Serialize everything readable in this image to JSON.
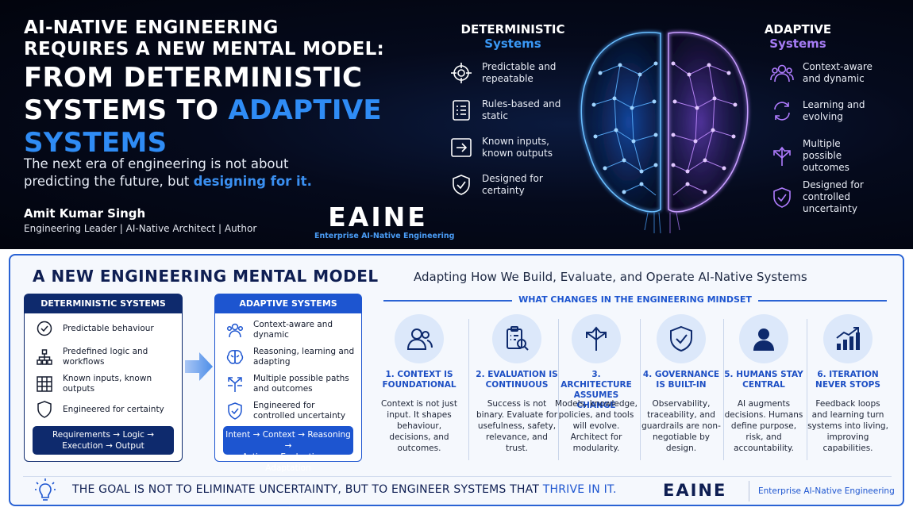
{
  "hero": {
    "title_line1": "AI-NATIVE ENGINEERING",
    "title_line2": "REQUIRES A NEW MENTAL MODEL:",
    "title_line3": "FROM DETERMINISTIC",
    "title_line4a": "SYSTEMS TO ",
    "title_line4b": "ADAPTIVE",
    "title_line5": "SYSTEMS",
    "subtitle_a": "The next era of engineering is not about predicting the future, but ",
    "subtitle_b": "designing for it.",
    "author": "Amit Kumar Singh",
    "role": "Engineering Leader | AI-Native Architect | Author",
    "logo": "EAINE",
    "logo_tag": "Enterprise AI-Native Engineering",
    "colors": {
      "accent_blue": "#2f8cf5",
      "accent_purple": "#a67cf5",
      "background": "#050a1c"
    }
  },
  "deterministic": {
    "title": "DETERMINISTIC",
    "subtitle": "Systems",
    "items": [
      {
        "icon": "crosshair-icon",
        "label": "Predictable and repeatable"
      },
      {
        "icon": "document-list-icon",
        "label": "Rules-based and static"
      },
      {
        "icon": "arrow-box-icon",
        "label": "Known inputs, known outputs"
      },
      {
        "icon": "shield-check-icon",
        "label": "Designed for certainty"
      }
    ]
  },
  "adaptive": {
    "title": "ADAPTIVE",
    "subtitle": "Systems",
    "items": [
      {
        "icon": "users-icon",
        "label": "Context-aware and dynamic"
      },
      {
        "icon": "cycle-icon",
        "label": "Learning and evolving"
      },
      {
        "icon": "branch-arrows-icon",
        "label": "Multiple possible outcomes"
      },
      {
        "icon": "shield-check-icon",
        "label": "Designed for controlled uncertainty"
      }
    ]
  },
  "panel": {
    "title": "A NEW ENGINEERING MENTAL MODEL",
    "subtitle": "Adapting How We Build, Evaluate, and Operate AI-Native Systems",
    "det_box": {
      "title": "DETERMINISTIC SYSTEMS",
      "items": [
        {
          "icon": "check-circle-icon",
          "label": "Predictable behaviour"
        },
        {
          "icon": "hierarchy-icon",
          "label": "Predefined logic and workflows"
        },
        {
          "icon": "grid-icon",
          "label": "Known inputs, known outputs"
        },
        {
          "icon": "shield-icon",
          "label": "Engineered for certainty"
        }
      ],
      "flow_line1": "Requirements → Logic →",
      "flow_line2": "Execution → Output"
    },
    "ada_box": {
      "title": "ADAPTIVE SYSTEMS",
      "items": [
        {
          "icon": "users-icon",
          "label": "Context-aware and dynamic"
        },
        {
          "icon": "brain-icon",
          "label": "Reasoning, learning and adapting"
        },
        {
          "icon": "branch-arrows-icon",
          "label": "Multiple possible paths and outcomes"
        },
        {
          "icon": "shield-check-icon",
          "label": "Engineered for controlled uncertainty"
        }
      ],
      "flow_line1": "Intent → Context → Reasoning →",
      "flow_line2": "Action → Evaluation → Adaptation"
    },
    "mindset_title": "WHAT CHANGES IN THE ENGINEERING MINDSET",
    "columns": [
      {
        "icon": "people-icon",
        "title": "1. CONTEXT IS FOUNDATIONAL",
        "desc": "Context is not just input. It shapes behaviour, decisions, and outcomes."
      },
      {
        "icon": "clipboard-search-icon",
        "title": "2. EVALUATION IS CONTINUOUS",
        "desc": "Success is not binary. Evaluate for usefulness, safety, relevance, and trust."
      },
      {
        "icon": "split-arrows-icon",
        "title": "3. ARCHITECTURE ASSUMES CHANGE",
        "desc": "Models, knowledge, policies, and tools will evolve. Architect for modularity."
      },
      {
        "icon": "shield-check-icon",
        "title": "4. GOVERNANCE IS BUILT-IN",
        "desc": "Observability, traceability, and guardrails are non-negotiable by design."
      },
      {
        "icon": "person-icon",
        "title": "5. HUMANS STAY CENTRAL",
        "desc": "AI augments decisions. Humans define purpose, risk, and accountability."
      },
      {
        "icon": "growth-chart-icon",
        "title": "6. ITERATION NEVER STOPS",
        "desc": "Feedback loops and learning turn systems into living, improving capabilities."
      }
    ],
    "goal_a": "THE GOAL IS NOT TO ELIMINATE UNCERTAINTY, BUT TO ENGINEER SYSTEMS THAT ",
    "goal_b": "THRIVE IN IT.",
    "footer_logo": "EAINE",
    "footer_tag": "Enterprise AI-Native Engineering"
  }
}
